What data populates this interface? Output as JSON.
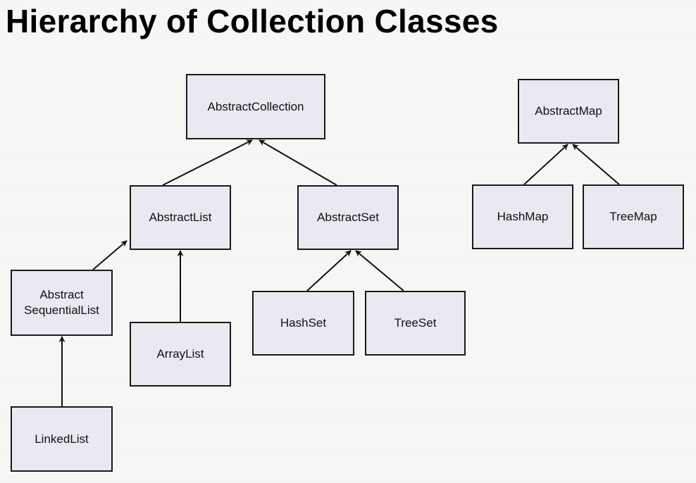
{
  "title": "Hierarchy of Collection Classes",
  "nodes": {
    "abstract_collection": "AbstractCollection",
    "abstract_list": "AbstractList",
    "abstract_set": "AbstractSet",
    "abstract_sequential_list": "Abstract\nSequentialList",
    "array_list": "ArrayList",
    "hash_set": "HashSet",
    "tree_set": "TreeSet",
    "linked_list": "LinkedList",
    "abstract_map": "AbstractMap",
    "hash_map": "HashMap",
    "tree_map": "TreeMap"
  },
  "edges": [
    {
      "from": "AbstractList",
      "to": "AbstractCollection"
    },
    {
      "from": "AbstractSet",
      "to": "AbstractCollection"
    },
    {
      "from": "Abstract SequentialList",
      "to": "AbstractList"
    },
    {
      "from": "ArrayList",
      "to": "AbstractList"
    },
    {
      "from": "LinkedList",
      "to": "Abstract SequentialList"
    },
    {
      "from": "HashSet",
      "to": "AbstractSet"
    },
    {
      "from": "TreeSet",
      "to": "AbstractSet"
    },
    {
      "from": "HashMap",
      "to": "AbstractMap"
    },
    {
      "from": "TreeMap",
      "to": "AbstractMap"
    }
  ],
  "colors": {
    "node_fill": "#e9e9f2",
    "node_border": "#1a1a1a",
    "arrow": "#111111",
    "background": "#f7f7f7"
  }
}
